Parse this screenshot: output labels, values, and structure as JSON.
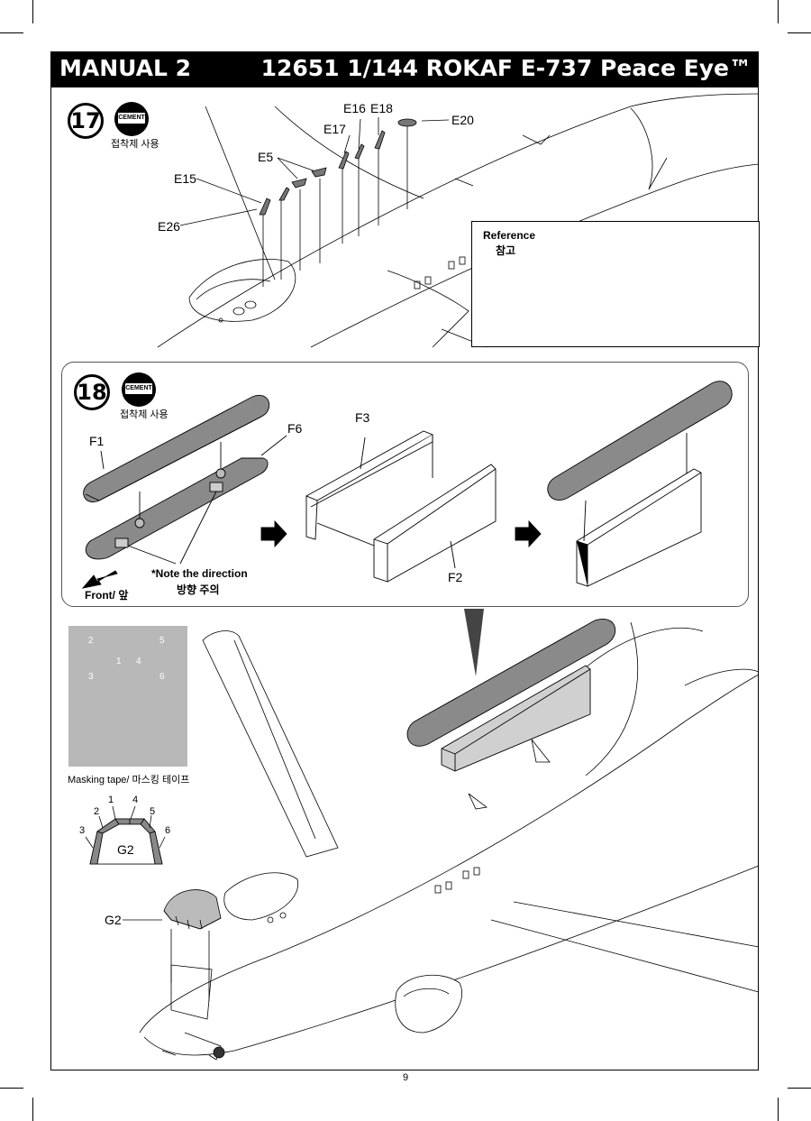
{
  "header": {
    "left_title": "MANUAL 2",
    "right_title": "12651 1/144 ROKAF E-737 Peace Eye™"
  },
  "step17": {
    "number": "17",
    "cement_label": "CEMENT",
    "cement_note": "접착제 사용",
    "parts": {
      "e16": "E16",
      "e18": "E18",
      "e20": "E20",
      "e17": "E17",
      "e5": "E5",
      "e15": "E15",
      "e26": "E26"
    },
    "reference_title": "Reference",
    "reference_subtitle": "참고"
  },
  "step18": {
    "number": "18",
    "cement_label": "CEMENT",
    "cement_note": "접착제 사용",
    "parts": {
      "f1": "F1",
      "f6": "F6",
      "f3": "F3",
      "f2": "F2"
    },
    "note_direction": "*Note the direction",
    "note_direction_ko": "방향 주의",
    "front_label": "Front/ 앞"
  },
  "masking": {
    "numbers": [
      "1",
      "2",
      "3",
      "4",
      "5",
      "6"
    ],
    "caption": "Masking tape/ 마스킹 테이프",
    "g2_label": "G2",
    "g2_callout": "G2",
    "diagram_numbers": [
      "1",
      "2",
      "3",
      "4",
      "5",
      "6"
    ]
  },
  "footer": {
    "page_number": "9"
  },
  "colors": {
    "header_bg": "#000000",
    "part_fill": "#8a8a8a",
    "mask_bg": "#b8b8b8"
  }
}
